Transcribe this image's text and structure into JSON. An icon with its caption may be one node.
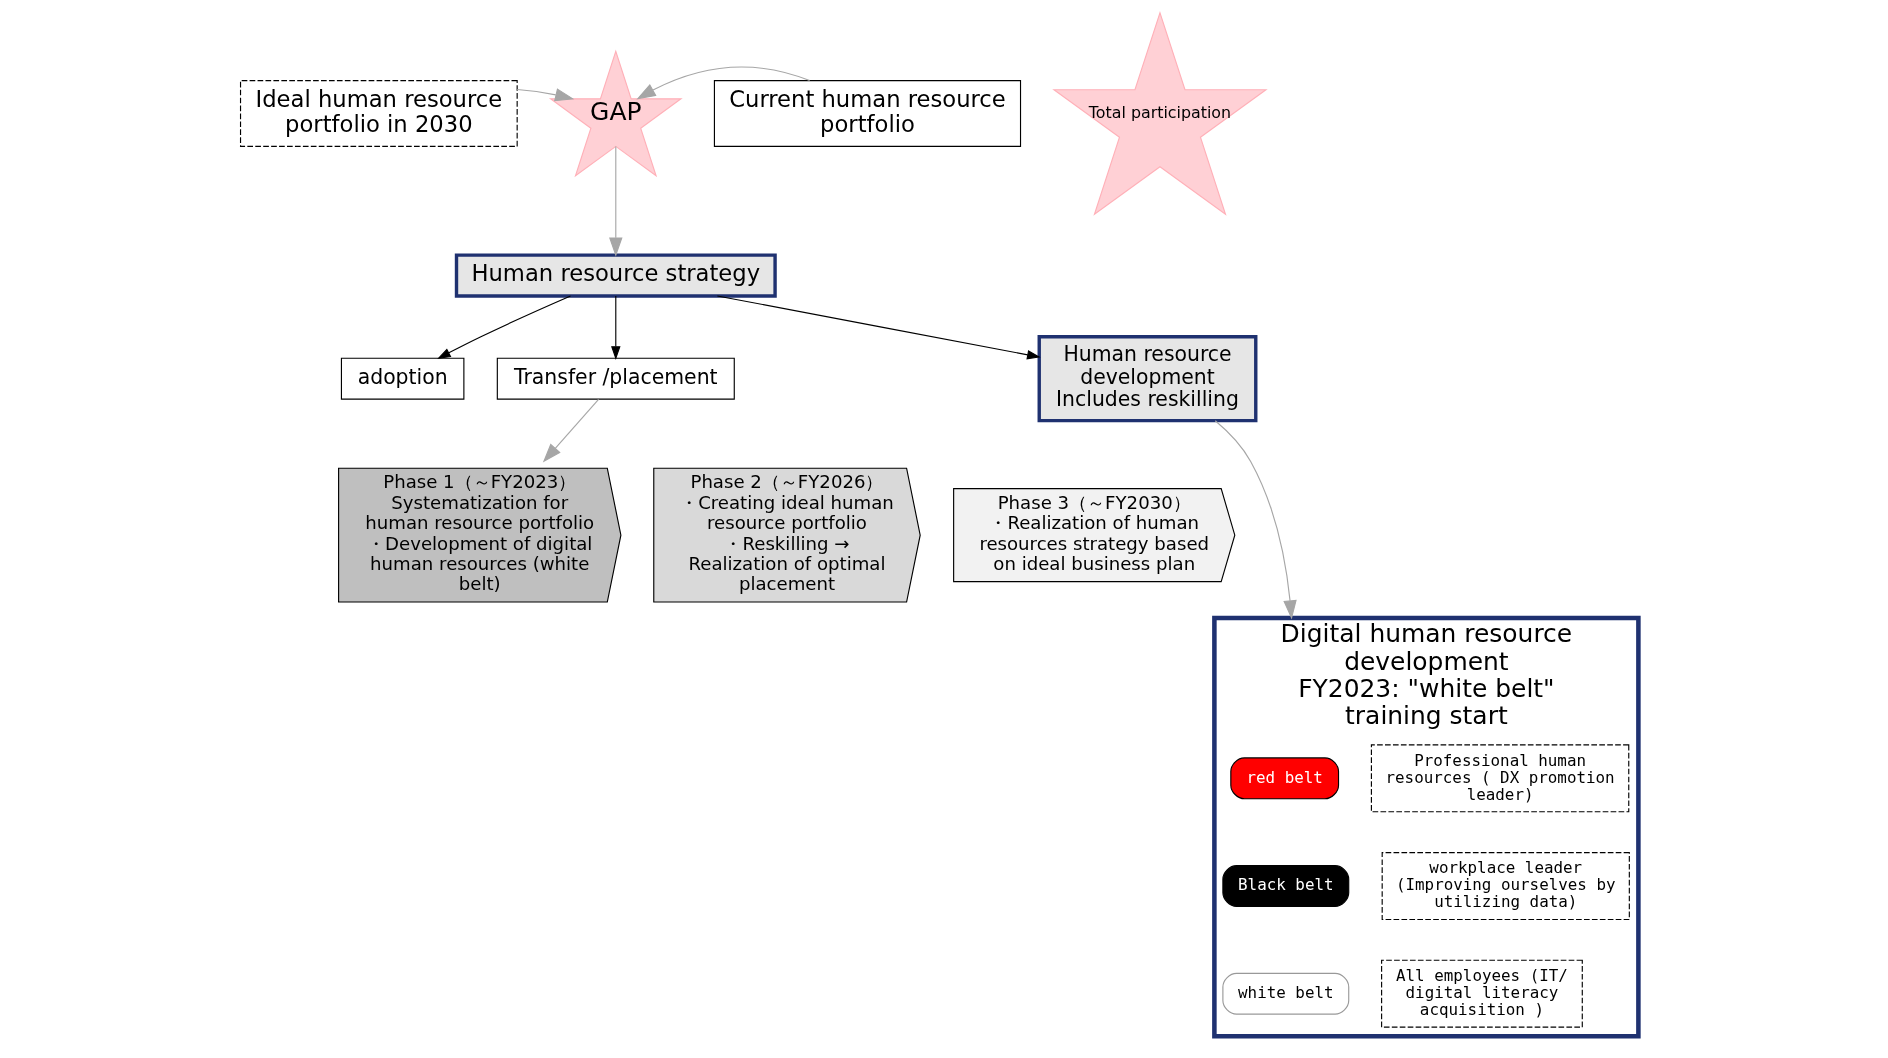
{
  "diagram": {
    "nodes": [
      {
        "text": [
          "Ideal human resource portfolio in 2030"
        ]
      },
      {
        "text": [
          "GAP"
        ]
      },
      {
        "text": [
          "Current human resource portfolio"
        ]
      },
      {
        "text": [
          "Human resource strategy"
        ]
      },
      {
        "text": [
          "adoption"
        ]
      },
      {
        "text": [
          "Transfer /placement"
        ]
      },
      {
        "text": [
          "Human resource development",
          "Includes reskilling"
        ]
      },
      {
        "text": [
          "Digital human resource development",
          "FY2023: \"white belt\" training start"
        ]
      },
      {
        "text": [
          "red belt"
        ],
        "in": 7
      },
      {
        "text": [
          "Professional human resources ( DX promotion leader)"
        ],
        "in": 7
      },
      {
        "text": [
          "Black belt"
        ],
        "in": 7
      },
      {
        "text": [
          "workplace leader (Improving ourselves by utilizing data)"
        ],
        "in": 7
      },
      {
        "text": [
          "white belt"
        ],
        "in": 7
      },
      {
        "text": [
          "All employees (IT/ digital literacy acquisition )"
        ],
        "in": 7
      },
      {
        "text": [
          "Total participation"
        ]
      },
      {
        "text": [
          "Phase 1（～FY2023）",
          "Systematization for human resource portfolio",
          "・Development of digital human resources (white belt)"
        ]
      },
      {
        "text": [
          "Phase 2（～FY2026）",
          "・Creating ideal human resource portfolio",
          "・Reskilling → Realization of optimal placement"
        ]
      },
      {
        "text": [
          "Phase 3（～FY2030）",
          "・Realization of human resources strategy based on ideal business plan"
        ]
      }
    ],
    "edges": [
      {
        "from": 0,
        "to": 1,
        "arrow": "to",
        "color": "#a6a6a6"
      },
      {
        "from": 2,
        "to": 1,
        "arrow": "to",
        "color": "#a6a6a6"
      },
      {
        "from": 1,
        "to": 3,
        "arrow": "to",
        "color": "#a6a6a6"
      },
      {
        "from": 3,
        "to": 4,
        "arrow": "to",
        "color": "#000000"
      },
      {
        "from": 3,
        "to": 5,
        "arrow": "to",
        "color": "#000000"
      },
      {
        "from": 3,
        "to": 6,
        "arrow": "to",
        "color": "#000000"
      },
      {
        "from": 6,
        "to": 7,
        "arrow": "to",
        "color": "#a6a6a6"
      },
      {
        "from": 5,
        "to": 15,
        "arrow": "to",
        "color": "#a6a6a6"
      }
    ]
  }
}
